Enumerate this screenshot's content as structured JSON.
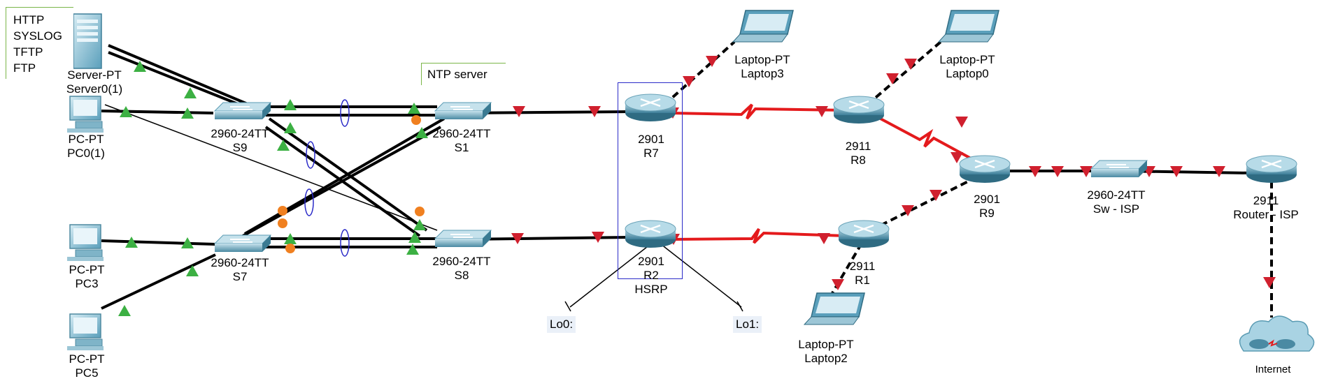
{
  "notes": {
    "services": [
      "HTTP",
      "SYSLOG",
      "TFTP",
      "FTP"
    ],
    "ntp": "NTP server",
    "hsrp": "HSRP",
    "lo0": "Lo0:",
    "lo1": "Lo1:"
  },
  "devices": {
    "server0": {
      "model": "Server-PT",
      "name": "Server0(1)"
    },
    "pc0": {
      "model": "PC-PT",
      "name": "PC0(1)"
    },
    "pc3": {
      "model": "PC-PT",
      "name": "PC3"
    },
    "pc5": {
      "model": "PC-PT",
      "name": "PC5"
    },
    "s9": {
      "model": "2960-24TT",
      "name": "S9"
    },
    "s1": {
      "model": "2960-24TT",
      "name": "S1"
    },
    "s7": {
      "model": "2960-24TT",
      "name": "S7"
    },
    "s8": {
      "model": "2960-24TT",
      "name": "S8"
    },
    "r7": {
      "model": "2901",
      "name": "R7"
    },
    "r2": {
      "model": "2901",
      "name": "R2"
    },
    "laptop3": {
      "model": "Laptop-PT",
      "name": "Laptop3"
    },
    "laptop0": {
      "model": "Laptop-PT",
      "name": "Laptop0"
    },
    "laptop2": {
      "model": "Laptop-PT",
      "name": "Laptop2"
    },
    "r8": {
      "model": "2911",
      "name": "R8"
    },
    "r1": {
      "model": "2911",
      "name": "R1"
    },
    "r9": {
      "model": "2901",
      "name": "R9"
    },
    "swisp": {
      "model": "2960-24TT",
      "name": "Sw - ISP"
    },
    "routerisp": {
      "model": "2911",
      "name": "Router - ISP"
    },
    "internet": {
      "name": "Internet"
    }
  },
  "colors": {
    "link_up": "#3cb043",
    "link_down": "#d0202e",
    "blocking": "#f08020",
    "serial": "#e41a1c",
    "hsrp_box": "#2a2ac8",
    "etherchannel": "#2a2ac8",
    "device": "#3e95b8"
  }
}
